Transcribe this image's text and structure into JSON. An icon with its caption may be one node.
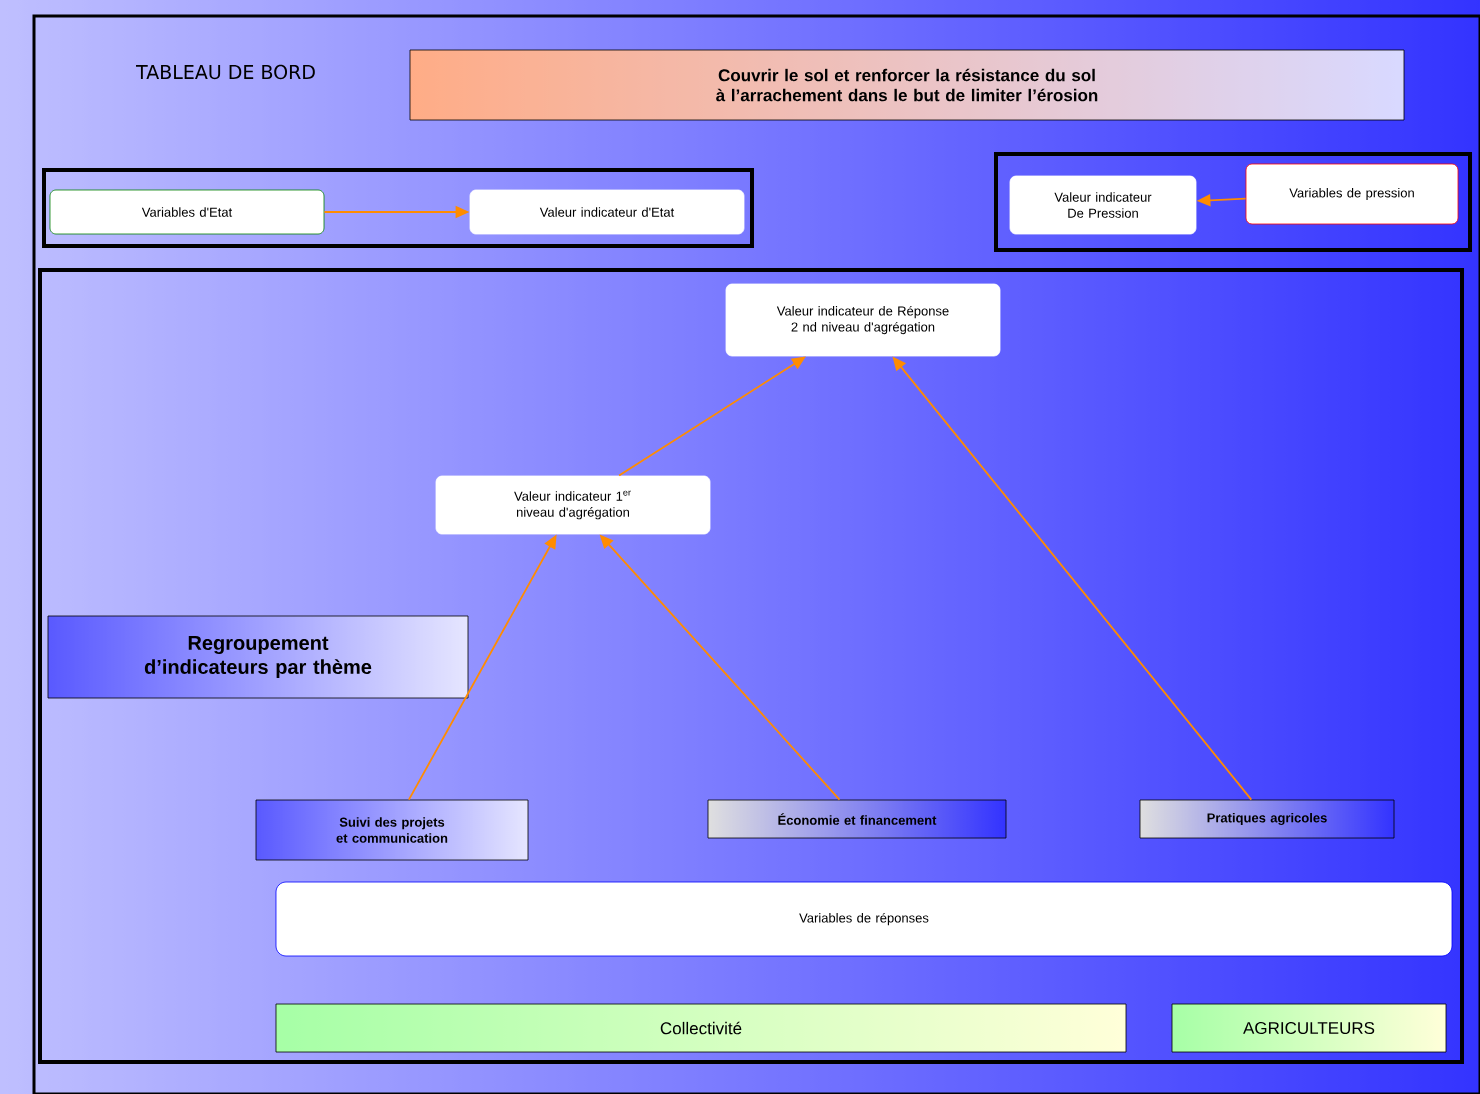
{
  "diagram": {
    "title": "TABLEAU DE BORD",
    "nodes": [
      {
        "text": [
          "Couvrir le sol et renforcer la résistance du sol à l’arrachement dans le but de limiter l’érosion"
        ]
      },
      {
        "text": [],
        "shape": "box"
      },
      {
        "text": [
          "Variables d'Etat"
        ],
        "in": 1
      },
      {
        "text": [
          "Valeur indicateur d'Etat"
        ],
        "in": 1
      },
      {
        "text": [],
        "shape": "box"
      },
      {
        "text": [
          "Valeur indicateur De Pression"
        ],
        "in": 4
      },
      {
        "text": [
          "Variables de pression"
        ],
        "in": 4
      },
      {
        "text": [],
        "shape": "box"
      },
      {
        "text": [
          "Valeur indicateur de Réponse 2 nd niveau d'agrégation"
        ],
        "in": 7
      },
      {
        "text": [
          "Valeur indicateur 1$^{er}$ niveau d'agrégation"
        ],
        "in": 7
      },
      {
        "text": [
          "Regroupement d’indicateurs par thème"
        ],
        "in": 7
      },
      {
        "text": [
          "Suivi des projets et communication"
        ],
        "in": 7
      },
      {
        "text": [
          "Économie et financement"
        ],
        "in": 7
      },
      {
        "text": [
          "Pratiques agricoles"
        ],
        "in": 7
      },
      {
        "text": [
          "Variables de réponses"
        ],
        "in": 7
      },
      {
        "text": [
          "Collectivité"
        ],
        "in": 7
      },
      {
        "text": [
          "AGRICULTEURS"
        ],
        "in": 7
      }
    ],
    "edges": [
      {
        "from": 2,
        "to": 3,
        "arrow": "to"
      },
      {
        "from": 6,
        "to": 5,
        "arrow": "to"
      },
      {
        "from": 9,
        "to": 8,
        "arrow": "to"
      },
      {
        "from": 11,
        "to": 9,
        "arrow": "to"
      },
      {
        "from": 12,
        "to": 9,
        "arrow": "to"
      },
      {
        "from": 13,
        "to": 8,
        "arrow": "to"
      }
    ]
  }
}
